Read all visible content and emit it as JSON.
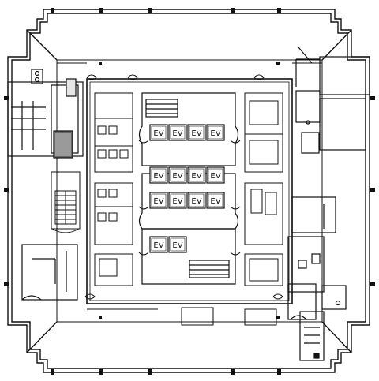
{
  "plan": {
    "elevator_label": "EV",
    "elevator_banks": [
      {
        "name": "bank-1",
        "cars": 4
      },
      {
        "name": "bank-2",
        "cars": 4
      },
      {
        "name": "bank-3",
        "cars": 4
      },
      {
        "name": "bank-4",
        "cars": 2
      }
    ]
  }
}
